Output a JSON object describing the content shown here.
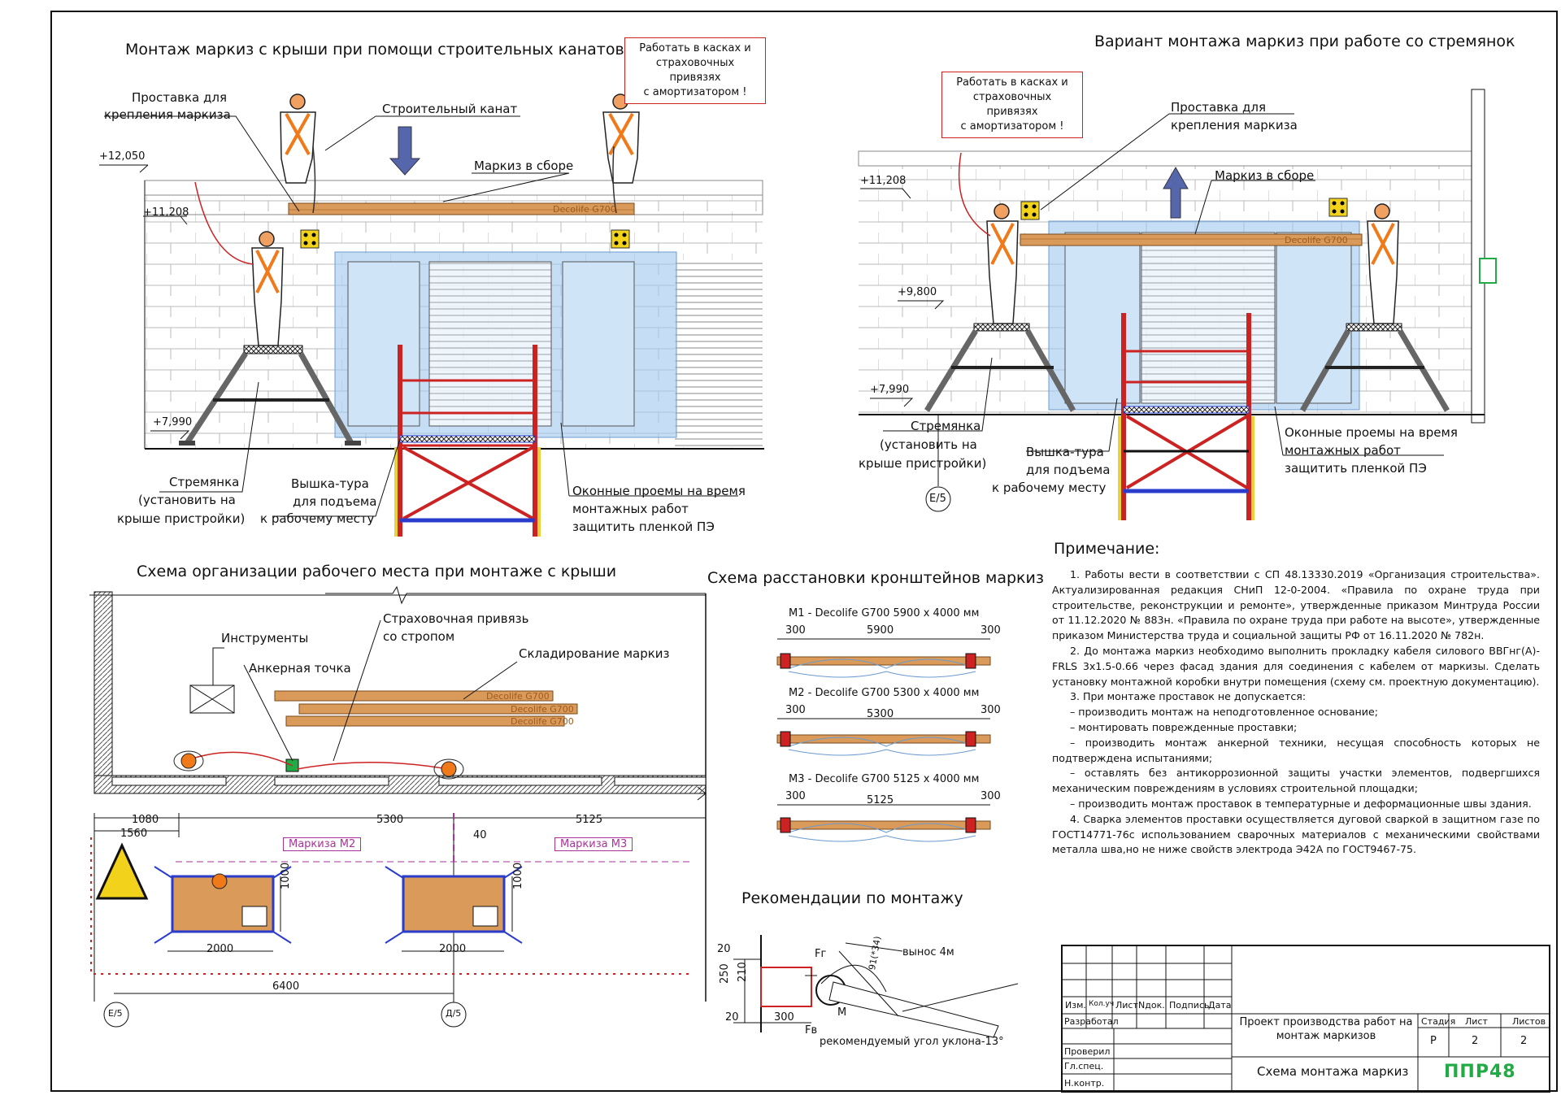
{
  "panel_a": {
    "title": "Монтаж маркиз с крыши при помощи строительных канатов",
    "warning": [
      "Работать в касках и",
      "страховочных привязях",
      "с амортизатором !"
    ],
    "spacer": [
      "Проставка для",
      "крепления маркиза"
    ],
    "rope": "Строительный канат",
    "awning": "Маркиз в сборе",
    "brand": "Decolife G700",
    "lvl1": "+12,050",
    "lvl2": "+11,208",
    "lvl3": "+7,990",
    "ladder": [
      "Стремянка",
      "(установить на",
      "крыше пристройки)"
    ],
    "tower": [
      "Вышка-тура",
      "для подъема",
      "к рабочему месту"
    ],
    "windows": [
      "Оконные проемы на время",
      "монтажных работ",
      "защитить пленкой ПЭ"
    ]
  },
  "panel_b": {
    "title": "Вариант монтажа маркиз при работе со стремянок",
    "warning": [
      "Работать в касках и",
      "страховочных привязях",
      "с амортизатором !"
    ],
    "spacer": [
      "Проставка для",
      "крепления маркиза"
    ],
    "awning": "Маркиз в сборе",
    "brand": "Decolife G700",
    "lvl1": "+11,208",
    "lvl2": "+9,800",
    "lvl3": "+7,990",
    "ladder": [
      "Стремянка",
      "(установить на",
      "крыше пристройки)"
    ],
    "tower": [
      "Вышка-тура",
      "для подъема",
      "к рабочему месту"
    ],
    "windows": [
      "Оконные проемы на время",
      "монтажных работ",
      "защитить пленкой ПЭ"
    ],
    "axis": "Е/5"
  },
  "panel_c": {
    "title": "Схема организации рабочего места при монтаже с крыши",
    "tools": "Инструменты",
    "anchor": "Анкерная точка",
    "harness": [
      "Страховочная привязь",
      "со стропом"
    ],
    "storage": "Складирование маркиз",
    "brand": "Decolife G700",
    "m2": "Маркиза М2",
    "m3": "Маркиза М3",
    "dims": {
      "d1080": "1080",
      "d1560": "1560",
      "d5300": "5300",
      "d5125": "5125",
      "d40": "40",
      "d1000a": "1000",
      "d1000b": "1000",
      "d2000a": "2000",
      "d2000b": "2000",
      "d6400": "6400"
    },
    "axis_left": "Е/5",
    "axis_right": "Д/5"
  },
  "panel_d": {
    "title": "Схема расстановки кронштейнов маркиз",
    "rows": [
      {
        "label": "М1 - Decolife G700 5900 х 4000 мм",
        "left": "300",
        "mid": "5900",
        "right": "300"
      },
      {
        "label": "М2 - Decolife G700 5300 х 4000 мм",
        "left": "300",
        "mid": "5300",
        "right": "300"
      },
      {
        "label": "М3 - Decolife G700 5125 х 4000 мм",
        "left": "300",
        "mid": "5125",
        "right": "300"
      }
    ]
  },
  "panel_e": {
    "title": "Рекомендации по монтажу",
    "d20a": "20",
    "d250": "250",
    "d210": "210",
    "d20b": "20",
    "d300": "300",
    "fg": "Fг",
    "fv": "Fв",
    "m": "M",
    "d91": "91(*34)",
    "overhang": "вынос 4м",
    "angle": "рекомендуемый угол уклона-13°"
  },
  "notes": {
    "heading": "Примечание:",
    "items": [
      "1.  Работы вести в соответствии с СП 48.13330.2019 «Организация строительства». Актуализированная редакция СНиП 12-0-2004. «Правила по охране труда при строительстве, реконструкции и ремонте», утвержденные приказом Минтруда России от 11.12.2020 № 883н. «Правила по охране труда при работе на высоте», утвержденные приказом Министерства труда и социальной защиты РФ от 16.11.2020 № 782н.",
      "2.  До монтажа маркиз необходимо выполнить прокладку кабеля силового ВВГнг(А)-FRLS 3х1.5-0.66 через фасад здания для соединения с кабелем от маркизы. Сделать установку монтажной коробки внутри помещения (схему см. проектную документацию).",
      "3.  При монтаже проставок не допускается:",
      "–  производить монтаж на неподготовленное основание;",
      "–  монтировать поврежденные проставки;",
      "–  производить монтаж анкерной техники, несущая способность которых не подтверждена испытаниями;",
      "–  оставлять без антикоррозионной защиты участки элементов, подвергшихся механическим повреждениям в условиях строительной площадки;",
      "–  производить монтаж проставок в температурные и деформационные швы здания.",
      "4.  Сварка элементов проставки осуществляется дуговой сваркой в защитном газе по ГОСТ14771-76с использованием сварочных материалов с механическими свойствами металла шва,но не ниже свойств электрода Э42А по ГОСТ9467-75."
    ]
  },
  "title_block": {
    "cols": [
      "Изм.",
      "Кол.уч",
      "Лист",
      "Nдок.",
      "Подпись",
      "Дата"
    ],
    "roles": [
      "Разработал",
      "Проверил",
      "Гл.спец.",
      "Н.контр."
    ],
    "project": [
      "Проект производства работ на",
      "монтаж маркизов"
    ],
    "stage_h": "Стадия",
    "sheet_h": "Лист",
    "sheets_h": "Листов",
    "stage": "Р",
    "sheet": "2",
    "sheets": "2",
    "drawing": "Схема монтажа маркиз",
    "logo": "ППР48"
  },
  "colors": {
    "accent": "#22aa44",
    "warning": "#cc2222",
    "wood": "#d99a5a",
    "glass": "#9fc8ef",
    "tower_red": "#cc2222",
    "tower_yellow": "#e8d23a",
    "tower_blue": "#2a3ccc",
    "arrow_blue": "#5566aa"
  }
}
